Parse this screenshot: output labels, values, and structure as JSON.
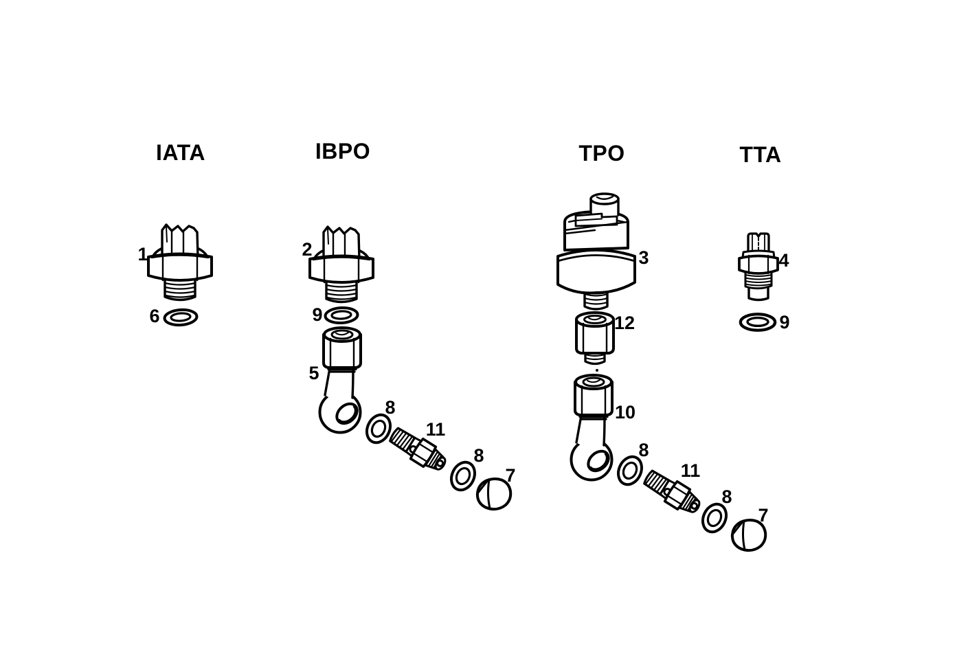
{
  "page": {
    "background": "#ffffff",
    "ink": "#000000"
  },
  "headers": {
    "iata": "IATA",
    "ibpo": "IBPO",
    "tpo": "TPO",
    "tta": "TTA"
  },
  "callouts": {
    "iata_1": "1",
    "iata_6": "6",
    "ibpo_2": "2",
    "ibpo_9": "9",
    "ibpo_5": "5",
    "ibpo_8a": "8",
    "ibpo_11": "11",
    "ibpo_8b": "8",
    "ibpo_7": "7",
    "tpo_3": "3",
    "tpo_12": "12",
    "tpo_10": "10",
    "tpo_8a": "8",
    "tpo_11": "11",
    "tpo_8b": "8",
    "tpo_7": "7",
    "tta_4": "4",
    "tta_9": "9"
  }
}
